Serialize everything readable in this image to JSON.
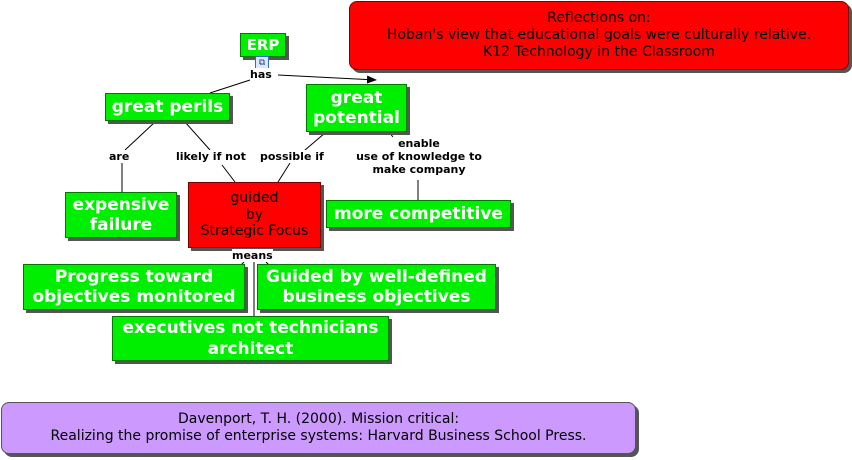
{
  "header": {
    "title": "Reflections on:\nHoban's view that educational goals were culturally relative.\nK12 Technology in the Classroom"
  },
  "nodes": {
    "erp": "ERP",
    "great_perils": "great perils",
    "great_potential": "great\npotential",
    "expensive_failure": "expensive\nfailure",
    "guided_strategic": "guided\nby\nStrategic Focus",
    "more_competitive": "more competitive",
    "progress_monitored": "Progress toward\nobjectives monitored",
    "guided_objectives": "Guided by well-defined\nbusiness objectives",
    "executives_architect": "executives not technicians\narchitect"
  },
  "links": {
    "has": "has",
    "are": "are",
    "likely_if_not": "likely if not",
    "possible_if": "possible if",
    "enable": "enable\nuse of knowledge to\nmake company",
    "means": "means"
  },
  "citation": "Davenport, T. H. (2000). Mission critical:\nRealizing the promise of enterprise systems: Harvard Business School Press.",
  "colors": {
    "concept": "#00ee00",
    "focus": "#ff0000",
    "citation": "#cc99ff"
  }
}
